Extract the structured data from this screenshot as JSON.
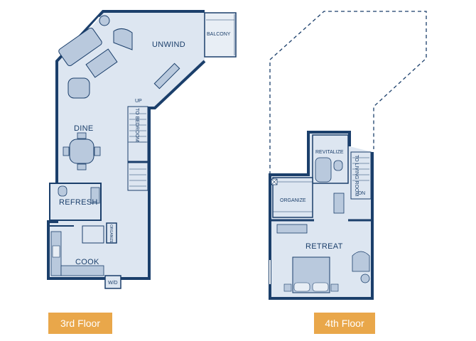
{
  "floors": [
    {
      "label": "3rd Floor",
      "rooms": {
        "unwind": "UNWIND",
        "balcony": "BALCONY",
        "dine": "DINE",
        "refresh": "REFRESH",
        "cook": "COOK",
        "organize": "ORGANIZE",
        "wd": "W/D",
        "up": "UP",
        "to_bedroom": "TO BEDROOM"
      }
    },
    {
      "label": "4th Floor",
      "rooms": {
        "revitalize": "REVITALIZE",
        "organize": "ORGANIZE",
        "retreat": "RETREAT",
        "to_living_room": "TO LIVING ROOM",
        "dn": "DN"
      }
    }
  ],
  "colors": {
    "wall": "#1b3f6b",
    "floor_fill": "#dde6f1",
    "furniture": "#b9c9dd",
    "tag": "#e9a74a",
    "tag_text": "#ffffff"
  }
}
